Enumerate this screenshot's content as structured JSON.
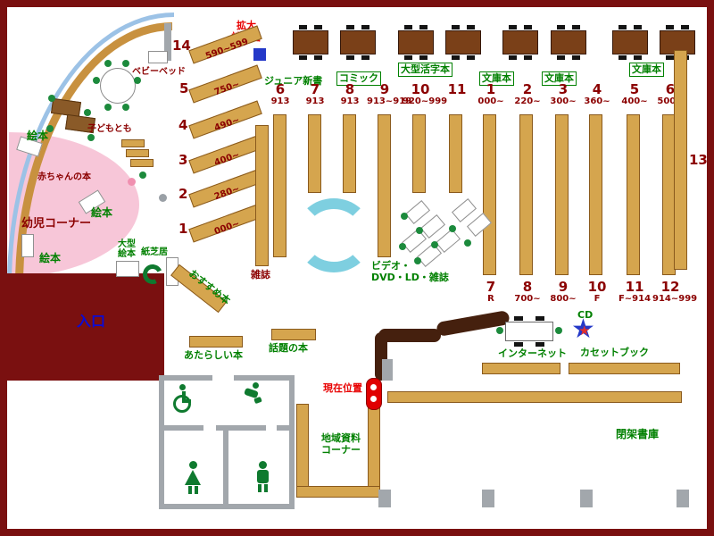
{
  "colors": {
    "wall": "#7a1010",
    "shelf_tan": "#d5a54e",
    "glass_blue": "#9cc2e6",
    "kids_pink": "#f7c6d8",
    "cyan_shelf": "#7ecfe0",
    "green_label": "#008000",
    "dark_red_label": "#8b0000",
    "red_label": "#e80000",
    "entrance_blue": "#0b0bd6",
    "marker_red": "#e00000",
    "star_blue": "#2438c8",
    "star_red": "#e03030"
  },
  "icons": {
    "star": "★"
  },
  "children_area": {
    "infant_corner": "幼児コーナー",
    "baby_books": "赤ちゃんの本",
    "picture_books": [
      "絵本",
      "絵本",
      "絵本"
    ],
    "large_picture_books": "大型\n絵本",
    "kamishibai": "紙芝居",
    "kids_books_table": "子どもとも",
    "baby_bed": "ベビーベッド"
  },
  "equipment": {
    "magnifier": "拡大\n読書器",
    "internet": "インターネット",
    "cd": "CD",
    "cassette_books": "カセットブック"
  },
  "sections": {
    "junior_shinsho": "ジュニア新書",
    "comics": "コミック",
    "large_print": "大型活字本",
    "bunko": [
      "文庫本",
      "文庫本",
      "文庫本"
    ],
    "magazines": "雑誌",
    "recommended": "おすすめ本",
    "video_corner": "ビデオ・\nDVD・LD・雑誌",
    "new_books": "あたらしい本",
    "topic_books": "話題の本",
    "regional_corner": "地域資料\nコーナー",
    "closed_stacks": "閉架書庫",
    "shelf_13": "13"
  },
  "navigation": {
    "entrance": "入口",
    "current_location": "現在位置"
  },
  "diagonal_shelves": [
    {
      "num": "14",
      "range": "590~599"
    },
    {
      "num": "5",
      "range": "750~"
    },
    {
      "num": "4",
      "range": "490~"
    },
    {
      "num": "3",
      "range": "400~"
    },
    {
      "num": "2",
      "range": "280~"
    },
    {
      "num": "1",
      "range": "000~"
    }
  ],
  "top_left_stacks": [
    {
      "num": "6",
      "range": "913"
    },
    {
      "num": "7",
      "range": "913"
    },
    {
      "num": "8",
      "range": "913"
    },
    {
      "num": "9",
      "range": "913~919"
    },
    {
      "num": "10",
      "range": "920~999"
    },
    {
      "num": "11",
      "range": ""
    }
  ],
  "top_right_stacks": [
    {
      "num": "1",
      "range": "000~"
    },
    {
      "num": "2",
      "range": "220~"
    },
    {
      "num": "3",
      "range": "300~"
    },
    {
      "num": "4",
      "range": "360~"
    },
    {
      "num": "5",
      "range": "400~"
    },
    {
      "num": "6",
      "range": "500~"
    }
  ],
  "bottom_right_stacks": [
    {
      "num": "7",
      "range": "R"
    },
    {
      "num": "8",
      "range": "700~"
    },
    {
      "num": "9",
      "range": "800~"
    },
    {
      "num": "10",
      "range": "F"
    },
    {
      "num": "11",
      "range": "F~914"
    },
    {
      "num": "12",
      "range": "914~999"
    }
  ]
}
